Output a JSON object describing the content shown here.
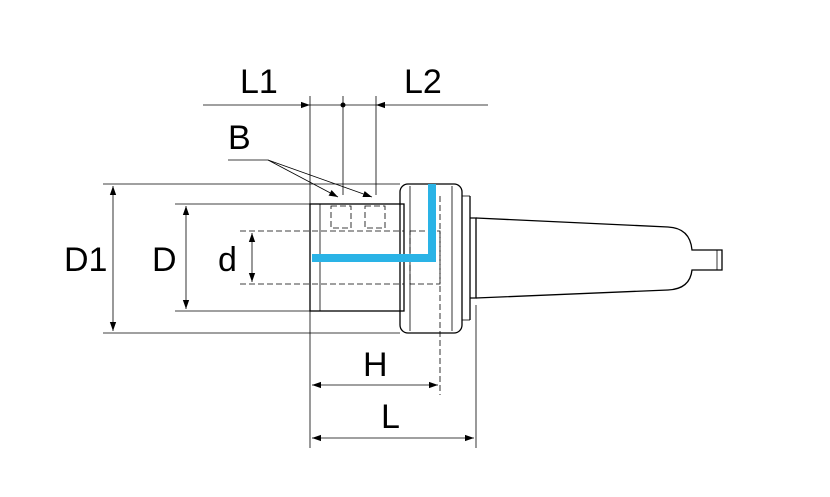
{
  "labels": {
    "L1": "L1",
    "L2": "L2",
    "B": "B",
    "D1": "D1",
    "D": "D",
    "d": "d",
    "H": "H",
    "L": "L"
  },
  "colors": {
    "coolant_channel": "#2ab3e6",
    "lines": "#000000",
    "background": "#ffffff"
  }
}
